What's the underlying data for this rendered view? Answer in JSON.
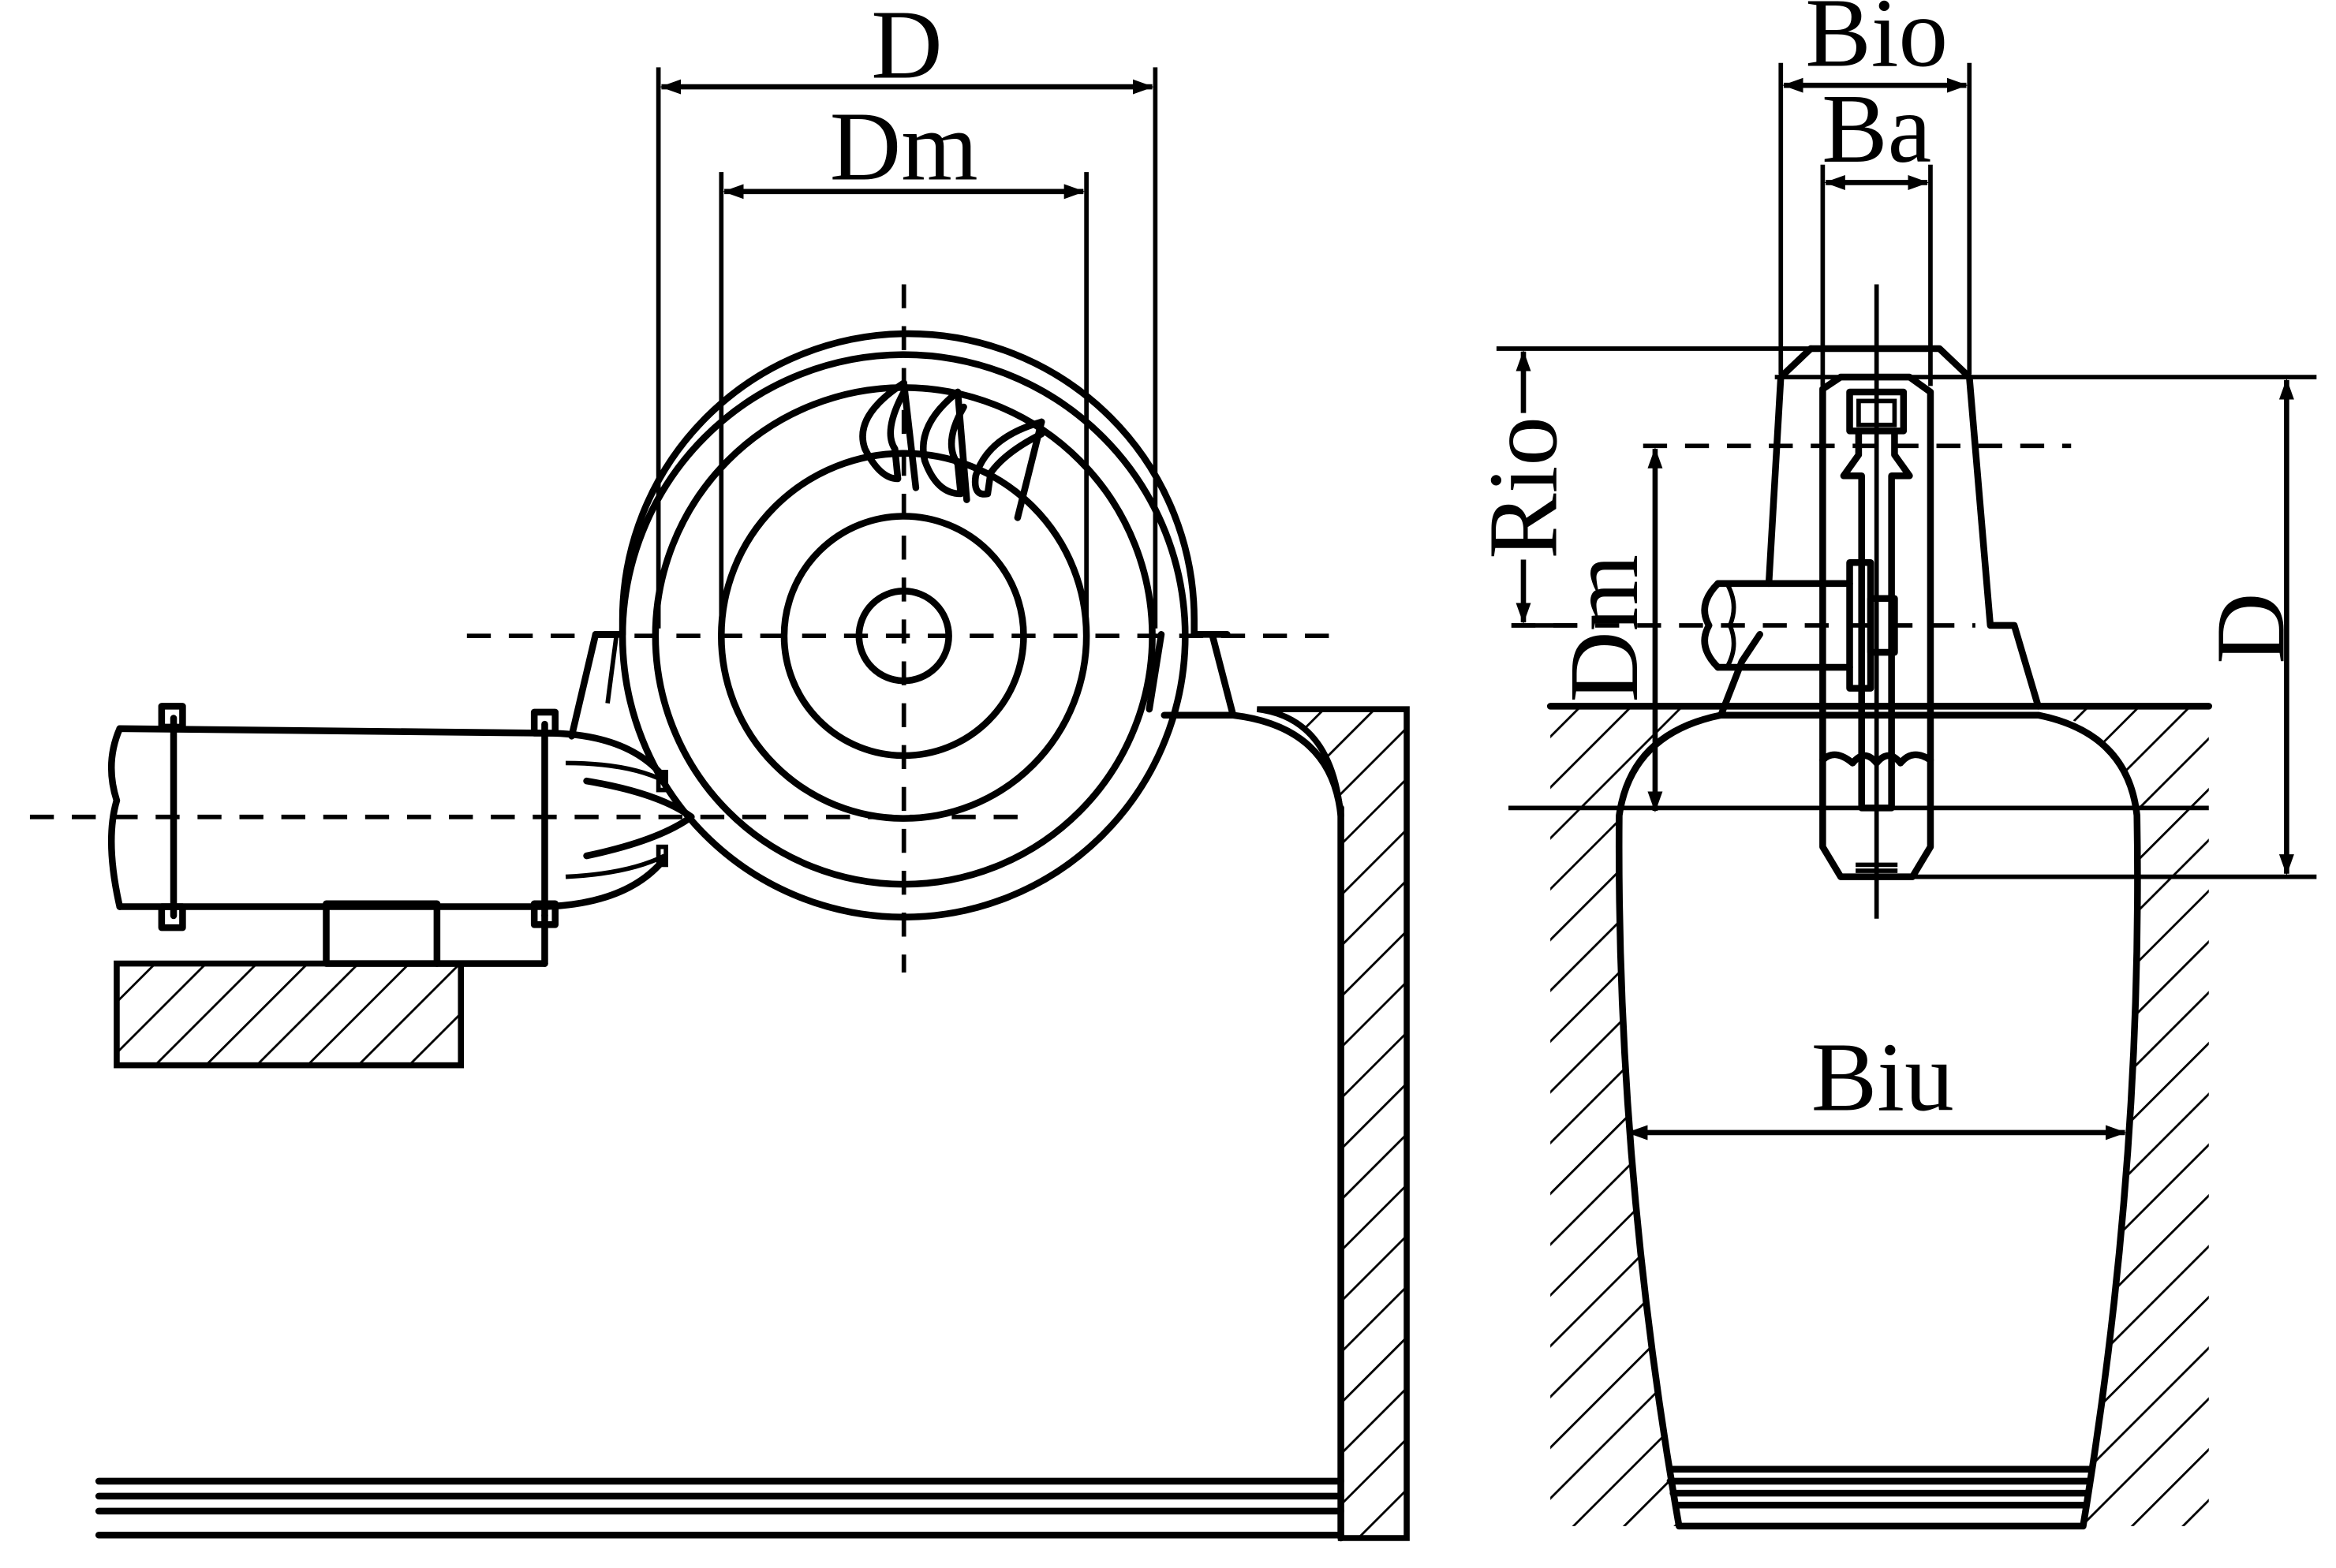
{
  "labels": {
    "left_D": "D",
    "left_Dm": "Dm",
    "right_Bio": "Bio",
    "right_Ba": "Ba",
    "right_Rio": "Rio",
    "right_Dm": "Dm",
    "right_D": "D",
    "right_Biu": "Biu"
  }
}
